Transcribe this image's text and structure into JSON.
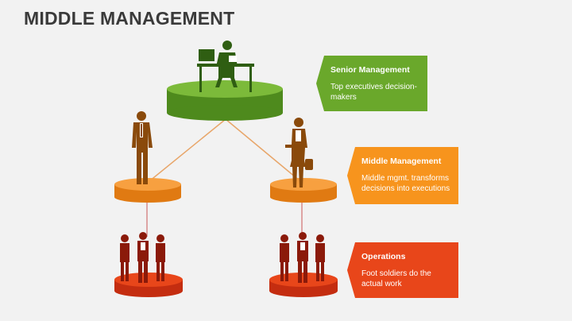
{
  "slide": {
    "title": "MIDDLE MANAGEMENT"
  },
  "levels": [
    {
      "name": "Senior Management",
      "description": "Top executives decision-makers",
      "color": "#6aa82b"
    },
    {
      "name": "Middle Management",
      "description": "Middle mgmt. transforms decisions into executions",
      "color": "#f7941d"
    },
    {
      "name": "Operations",
      "description": "Foot soldiers do the actual work",
      "color": "#e8461a"
    }
  ],
  "colors": {
    "background": "#f2f2f2",
    "title": "#3a3a3a",
    "senior_platform": "#6aa82b",
    "middle_platform": "#f7941d",
    "ops_platform": "#e8461a",
    "senior_figure": "#2f5e12",
    "middle_figure": "#8a4a0b",
    "ops_figure": "#8b1a0a",
    "connector": "#e8a66a"
  }
}
